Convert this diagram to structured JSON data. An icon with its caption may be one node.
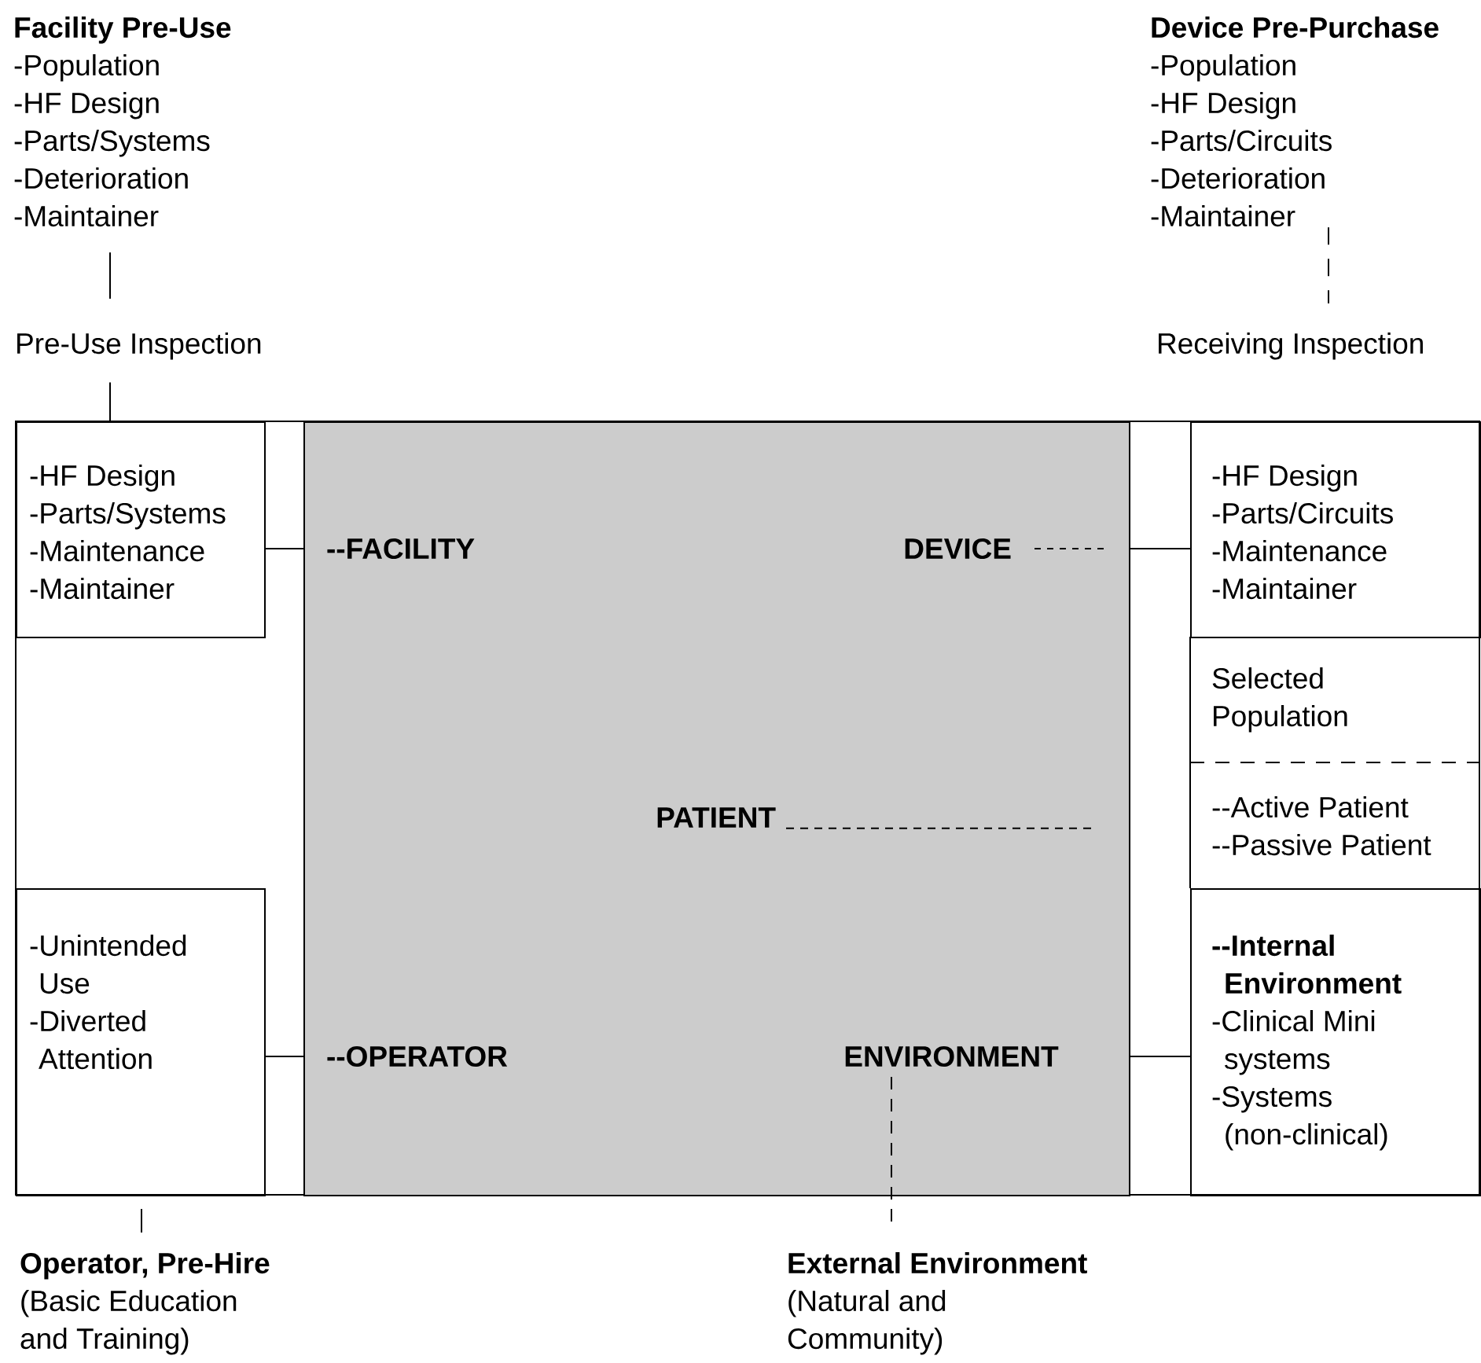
{
  "diagram": {
    "nodes": [
      {
        "text": [
          "Facility Pre-Use",
          "-Population",
          "-HF Design",
          "-Parts/Systems",
          "-Deterioration",
          "-Maintainer"
        ]
      },
      {
        "text": [
          "Device Pre-Purchase",
          "-Population",
          "-HF Design",
          "-Parts/Circuits",
          "-Deterioration",
          "-Maintainer"
        ]
      },
      {
        "text": [
          "Pre-Use Inspection"
        ]
      },
      {
        "text": [
          "Receiving Inspection"
        ]
      },
      {
        "text": [
          "-HF Design",
          "-Parts/Systems",
          "-Maintenance",
          "-Maintainer"
        ]
      },
      {
        "text": [],
        "shape": "box"
      },
      {
        "text": [
          "--FACILITY"
        ],
        "in": 5
      },
      {
        "text": [
          "DEVICE"
        ],
        "in": 5
      },
      {
        "text": [
          "-HF Design",
          "-Parts/Circuits",
          "-Maintenance",
          "-Maintainer"
        ]
      },
      {
        "text": [
          "Selected Population"
        ]
      },
      {
        "text": [
          "PATIENT"
        ],
        "in": 5
      },
      {
        "text": [
          "--Active Patient",
          "--Passive Patient"
        ]
      },
      {
        "text": [
          "-Unintended Use",
          "-Diverted Attention"
        ]
      },
      {
        "text": [
          "--OPERATOR"
        ],
        "in": 5
      },
      {
        "text": [
          "ENVIRONMENT"
        ],
        "in": 5
      },
      {
        "text": [
          "--Internal Environment",
          "-Clinical Mini systems",
          "-Systems (non-clinical)"
        ]
      },
      {
        "text": [
          "Operator, Pre-Hire",
          "(Basic Education and Training)"
        ]
      },
      {
        "text": [
          "External Environment",
          "(Natural and Community)"
        ]
      }
    ],
    "edges": [
      {
        "from": 0,
        "to": 2,
        "arrow": "none"
      },
      {
        "from": 2,
        "to": 4,
        "arrow": "none"
      },
      {
        "from": 1,
        "to": 3,
        "arrow": "none",
        "style": "dashed"
      },
      {
        "from": 4,
        "to": 5,
        "arrow": "none"
      },
      {
        "from": 7,
        "to": null,
        "arrow": "none",
        "style": "dashed"
      },
      {
        "from": 5,
        "to": 8,
        "arrow": "none"
      },
      {
        "from": 10,
        "to": null,
        "arrow": "none",
        "style": "dashed"
      },
      {
        "from": 12,
        "to": 5,
        "arrow": "none"
      },
      {
        "from": 5,
        "to": 15,
        "arrow": "none"
      },
      {
        "from": 14,
        "to": 17,
        "arrow": "none",
        "style": "dashed"
      },
      {
        "from": 12,
        "to": 16,
        "arrow": "none"
      }
    ]
  }
}
